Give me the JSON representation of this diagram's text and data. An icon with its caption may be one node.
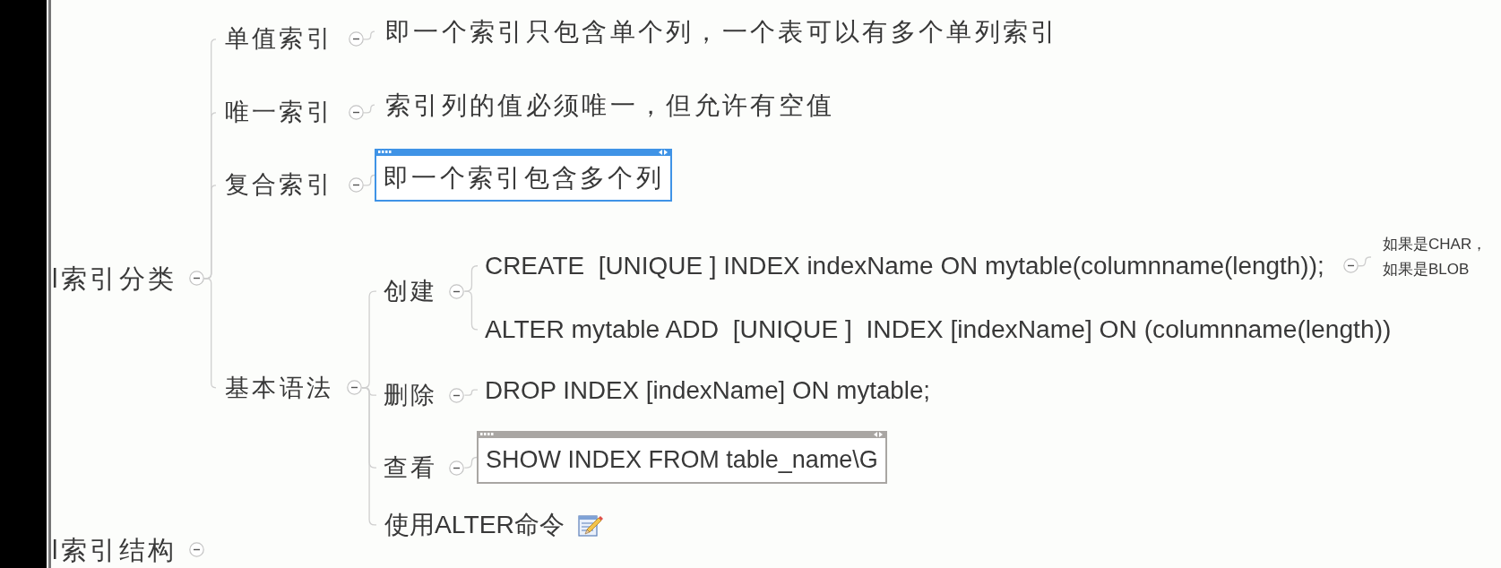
{
  "diagram": {
    "nodes": [
      {
        "text": [
          "l索引分类"
        ]
      },
      {
        "text": [
          "单值索引"
        ]
      },
      {
        "text": [
          "即一个索引只包含单个列，一个表可以有多个单列索引"
        ]
      },
      {
        "text": [
          "唯一索引"
        ]
      },
      {
        "text": [
          "索引列的值必须唯一，但允许有空值"
        ]
      },
      {
        "text": [
          "复合索引"
        ]
      },
      {
        "text": [
          "即一个索引包含多个列"
        ]
      },
      {
        "text": [
          "基本语法"
        ]
      },
      {
        "text": [
          "创建"
        ]
      },
      {
        "text": [
          "CREATE  [UNIQUE ] INDEX indexName ON mytable(columnname(length));"
        ]
      },
      {
        "text": [
          "如果是CHAR，",
          "如果是BLOB"
        ]
      },
      {
        "text": [
          "ALTER mytable ADD  [UNIQUE ]  INDEX [indexName] ON (columnname(length))"
        ]
      },
      {
        "text": [
          "删除"
        ]
      },
      {
        "text": [
          "DROP INDEX [indexName] ON mytable;"
        ]
      },
      {
        "text": [
          "查看"
        ]
      },
      {
        "text": [
          "SHOW INDEX FROM table_name\\G"
        ]
      },
      {
        "text": [
          "使用ALTER命令"
        ]
      },
      {
        "text": [
          "l索引结构"
        ]
      }
    ],
    "edges": [
      {
        "from": 0,
        "to": 1,
        "arrow": "none"
      },
      {
        "from": 1,
        "to": 2,
        "arrow": "none"
      },
      {
        "from": 0,
        "to": 3,
        "arrow": "none"
      },
      {
        "from": 3,
        "to": 4,
        "arrow": "none"
      },
      {
        "from": 0,
        "to": 5,
        "arrow": "none"
      },
      {
        "from": 5,
        "to": 6,
        "arrow": "none"
      },
      {
        "from": 0,
        "to": 7,
        "arrow": "none"
      },
      {
        "from": 7,
        "to": 8,
        "arrow": "none"
      },
      {
        "from": 8,
        "to": 9,
        "arrow": "none"
      },
      {
        "from": 9,
        "to": 10,
        "arrow": "none"
      },
      {
        "from": 8,
        "to": 11,
        "arrow": "none"
      },
      {
        "from": 7,
        "to": 12,
        "arrow": "none"
      },
      {
        "from": 12,
        "to": 13,
        "arrow": "none"
      },
      {
        "from": 7,
        "to": 14,
        "arrow": "none"
      },
      {
        "from": 14,
        "to": 15,
        "arrow": "none"
      },
      {
        "from": 7,
        "to": 16,
        "arrow": "none"
      }
    ]
  }
}
